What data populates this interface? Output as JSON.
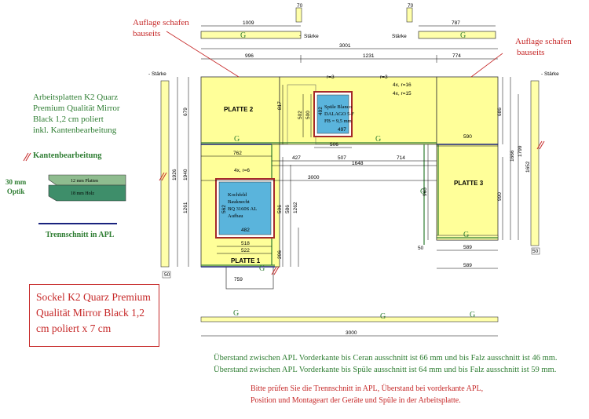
{
  "legend": {
    "material_lines": [
      "Arbeitsplatten K2 Quarz",
      "Premium Qualität Mirror",
      "Black 1,2 cm poliert",
      "inkl. Kantenbearbeitung"
    ],
    "edge_label": "Kantenbearbeitung",
    "optik_label": "30 mm\nOptik",
    "optik_line1": "30 mm",
    "optik_line2": "Optik",
    "layer_top": "12 mm Platten",
    "layer_bottom": "18 mm Holz",
    "trennschnitt": "Trennschnitt in APL"
  },
  "socket_text": "Sockel K2 Quarz Premium Qualität Mirror Black 1,2 cm poliert x 7 cm",
  "annotations": {
    "auflage_left": "Auflage schafen bauseits",
    "auflage_left_l1": "Auflage schafen",
    "auflage_left_l2": "bauseits",
    "auflage_right_l1": "Auflage schafen",
    "auflage_right_l2": "bauseits"
  },
  "plates": {
    "p1": "PLATTE 1",
    "p2": "PLATTE 2",
    "p3": "PLATTE 3"
  },
  "sink": {
    "line1": "Spüle Blanco",
    "line2": "DALAGO 5-F",
    "line3": "FB = 9,5 mm",
    "width": "497",
    "depth": "492",
    "cut": "506"
  },
  "hob": {
    "line1": "Kochfeld",
    "line2": "Bauknecht",
    "line3": "BQ 3160S AL",
    "line4": "Aufbau",
    "width": "482",
    "depth": "562",
    "cut": "518"
  },
  "dimensions": {
    "top_strip_left": "1009",
    "top_strip_right": "787",
    "small_top_left": "70",
    "small_top_right": "70",
    "overall": "3001",
    "seg_left": "996",
    "seg_mid": "1231",
    "seg_right": "774",
    "d762": "762",
    "d427": "427",
    "d507": "507",
    "d714": "714",
    "d1648": "1648",
    "d3000": "3000",
    "d3000_bottom": "3000",
    "d590": "590",
    "d589a": "589",
    "d589b": "589",
    "d522": "522",
    "d759": "759",
    "v1926": "1926",
    "v1940": "1940",
    "v679": "679",
    "v1261": "1261",
    "v817": "817",
    "v502": "502",
    "v500": "500",
    "v596": "596",
    "v586": "586",
    "v1262": "1262",
    "v296": "296",
    "v960": "960",
    "v686": "686",
    "v1799": "1799",
    "v1666": "1666",
    "v990": "990",
    "v1652": "1652",
    "v50a": "50",
    "v50b": "50",
    "v50c": "50",
    "r3a": "r=3",
    "r3b": "r=3",
    "r16": "4x, r=16",
    "r15": "4x, r=15",
    "r6": "4x, r=6",
    "staerke_label": "Stärke",
    "staerke_left": "- Stärke",
    "staerke_right": "- Stärke"
  },
  "g_mark": "G",
  "notes": {
    "ueberstand_ceran": "Überstand zwischen APL Vorderkante bis Ceran ausschnitt ist 66 mm und bis Falz ausschnitt ist 46 mm.",
    "ueberstand_spuele": "Überstand zwischen APL Vorderkante bis Spüle ausschnitt ist 64 mm und bis Falz ausschnitt ist 59 mm.",
    "pruefen_line1": "Bitte prüfen Sie die Trennschnitt in APL, Überstand bei vorderkante APL,",
    "pruefen_line2": "Position und Montageart der Geräte und Spüle in der Arbeitsplatte."
  },
  "colors": {
    "plate_fill": "#ffff99",
    "sink_fill": "#5ab4dc",
    "cutout_frame": "#a52a2a",
    "green": "#2e7d32",
    "red": "#c62828",
    "strip_fill": "#ffffaa"
  }
}
